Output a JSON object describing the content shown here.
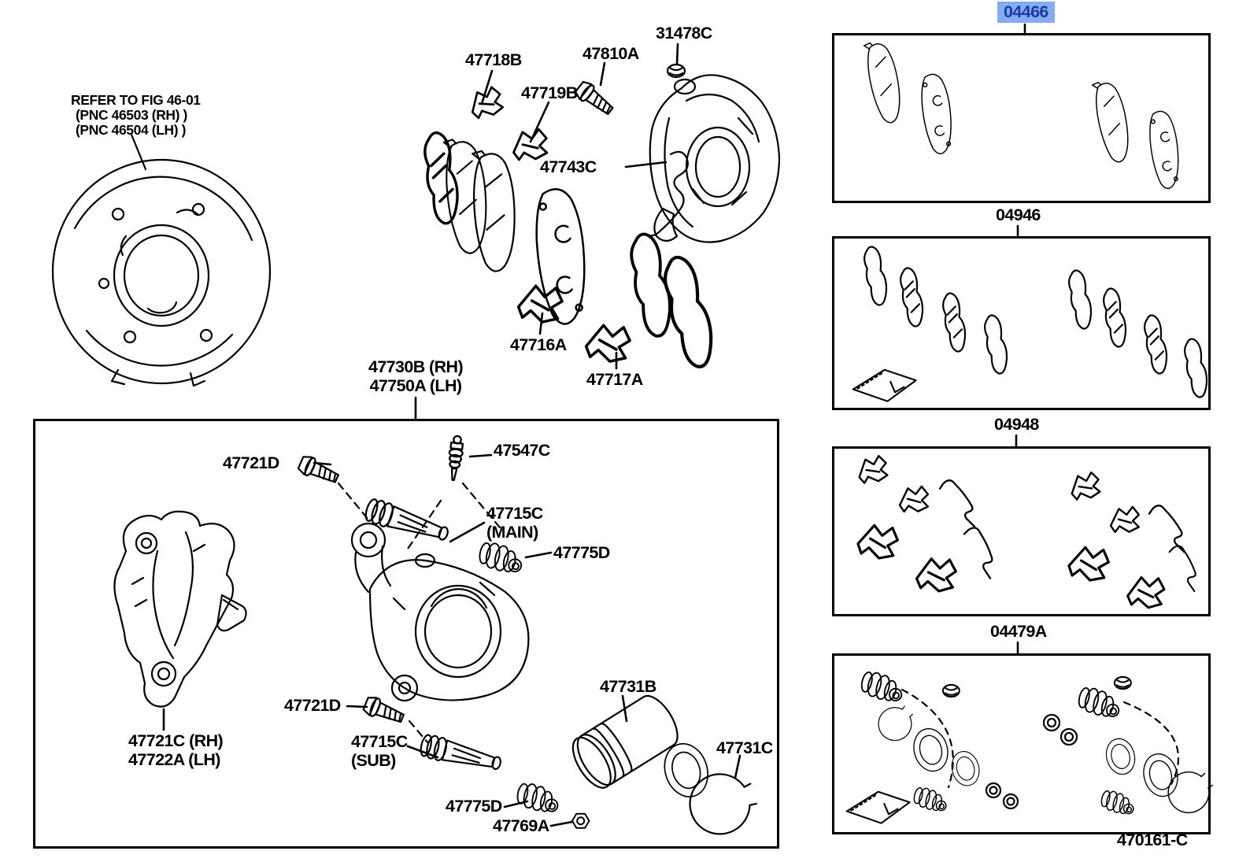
{
  "figure": {
    "code": "470161-C"
  },
  "ref_note": {
    "line1": "REFER TO FIG 46-01",
    "line2": "(PNC 46503 (RH) )",
    "line3": "(PNC 46504 (LH) )"
  },
  "parts": {
    "p47718B": "47718B",
    "p47719B": "47719B",
    "p47810A": "47810A",
    "p31478C": "31478C",
    "p47743C": "47743C",
    "p47716A": "47716A",
    "p47717A": "47717A",
    "assembly_rh": "47730B (RH)",
    "assembly_lh": "47750A (LH)",
    "p47721D": "47721D",
    "p47547C": "47547C",
    "p47715C": "47715C",
    "main_suffix": "(MAIN)",
    "sub_suffix": "(SUB)",
    "p47775D": "47775D",
    "bracket_rh": "47721C (RH)",
    "bracket_lh": "47722A (LH)",
    "p47769A": "47769A",
    "p47731B": "47731B",
    "p47731C": "47731C"
  },
  "kits": {
    "pad_kit": "04466",
    "shim_kit": "04946",
    "fitting_kit": "04948",
    "cylinder_kit": "04479A"
  },
  "colors": {
    "highlight_bg": "#85ACEE",
    "highlight_text": "#1A3AA6",
    "line": "#000000",
    "background": "#FFFFFF"
  }
}
